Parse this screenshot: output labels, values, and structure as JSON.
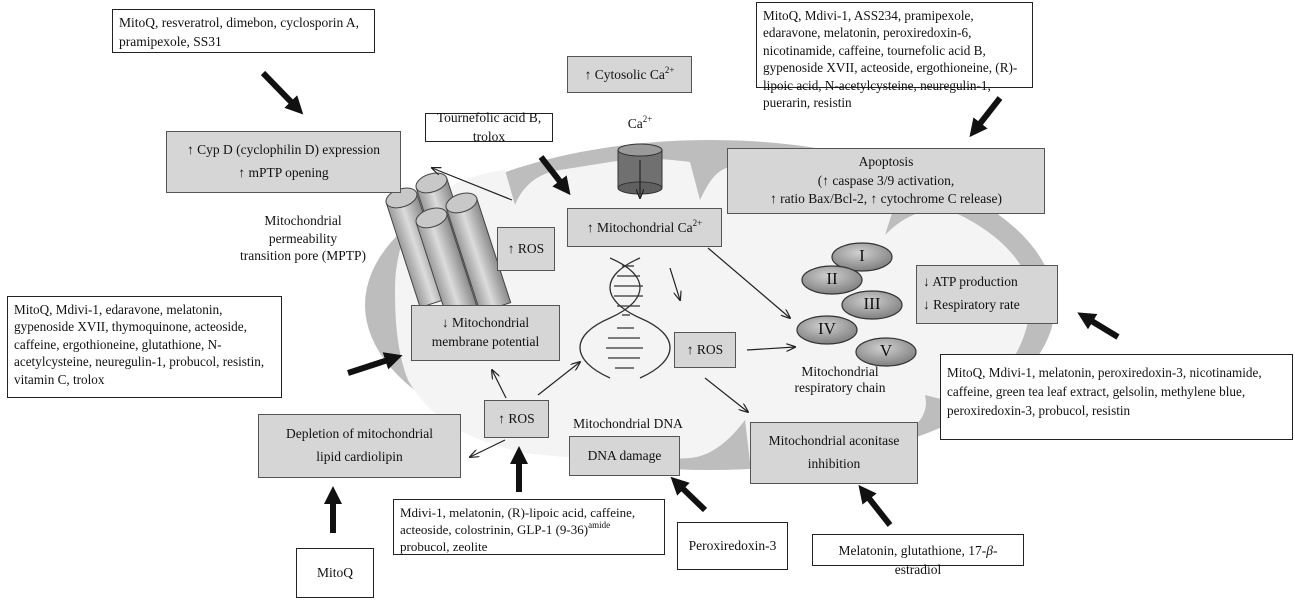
{
  "compounds": {
    "mptp_drugs": "MitoQ, resveratrol, dimebon, cyclosporin A, pramipexole, SS31",
    "apoptosis_drugs": "MitoQ, Mdivi-1, ASS234, pramipexole, edaravone, melatonin, peroxiredoxin-6, nicotinamide, caffeine, tournefolic acid B, gypenoside XVII, acteoside, ergothioneine, (R)-lipoic acid, N-acetylcysteine, neuregulin-1, puerarin, resistin",
    "calcium_drugs": "Tournefolic acid B, trolox",
    "membrane_potential_drugs": "MitoQ, Mdivi-1, edaravone, melatonin, gypenoside XVII, thymoquinone, acteoside, caffeine, ergothioneine, glutathione, N-acetylcysteine, neuregulin-1, probucol, resistin, vitamin C, trolox",
    "respiratory_drugs": "MitoQ, Mdivi-1, melatonin, peroxiredoxin-3, nicotinamide, caffeine, green tea leaf extract, gelsolin, methylene blue, peroxiredoxin-3, probucol, resistin",
    "cardiolipin_drugs": "MitoQ",
    "ros_drugs_pre": "Mdivi-1, melatonin, (R)-lipoic acid, caffeine, acteoside, colostrinin, GLP-1 (9-36)",
    "ros_drugs_sup": "amide",
    "ros_drugs_post": "probucol, zeolite",
    "dna_drugs": "Peroxiredoxin-3",
    "aconitase_drugs_pre": "Melatonin, glutathione, 17-",
    "aconitase_drugs_beta": "β",
    "aconitase_drugs_post": "-estradiol"
  },
  "effects": {
    "cytosolic_ca_pre": "↑ Cytosolic Ca",
    "cytosolic_ca_sup": "2+",
    "cyp_d_line1": "↑ Cyp D (cyclophilin D) expression",
    "cyp_d_line2": "↑ mPTP opening",
    "apoptosis_title": "Apoptosis",
    "apoptosis_line1": "(↑ caspase 3/9 activation,",
    "apoptosis_line2": "↑ ratio Bax/Bcl-2, ↑ cytochrome C release)",
    "mito_ca_pre": "↑ Mitochondrial Ca",
    "mito_ca_sup": "2+",
    "ros_1": "↑ ROS",
    "ros_2": "↑ ROS",
    "ros_3": "↑ ROS",
    "membrane_line1": "↓ Mitochondrial",
    "membrane_line2": "membrane potential",
    "atp_line1": "↓ ATP production",
    "atp_line2": "↓ Respiratory rate",
    "cardiolipin_line1": "Depletion of mitochondrial",
    "cardiolipin_line2": "lipid cardiolipin",
    "dna_damage": "DNA damage",
    "aconitase_line1": "Mitochondrial aconitase",
    "aconitase_line2": "inhibition"
  },
  "labels": {
    "ca_channel_pre": "Ca",
    "ca_channel_sup": "2+",
    "mptp_line1": "Mitochondrial",
    "mptp_line2": "permeability",
    "mptp_line3": "transition pore (MPTP)",
    "mito_dna": "Mitochondrial DNA",
    "resp_chain_line1": "Mitochondrial",
    "resp_chain_line2": "respiratory chain",
    "complex_1": "I",
    "complex_2": "II",
    "complex_3": "III",
    "complex_4": "IV",
    "complex_5": "V"
  }
}
